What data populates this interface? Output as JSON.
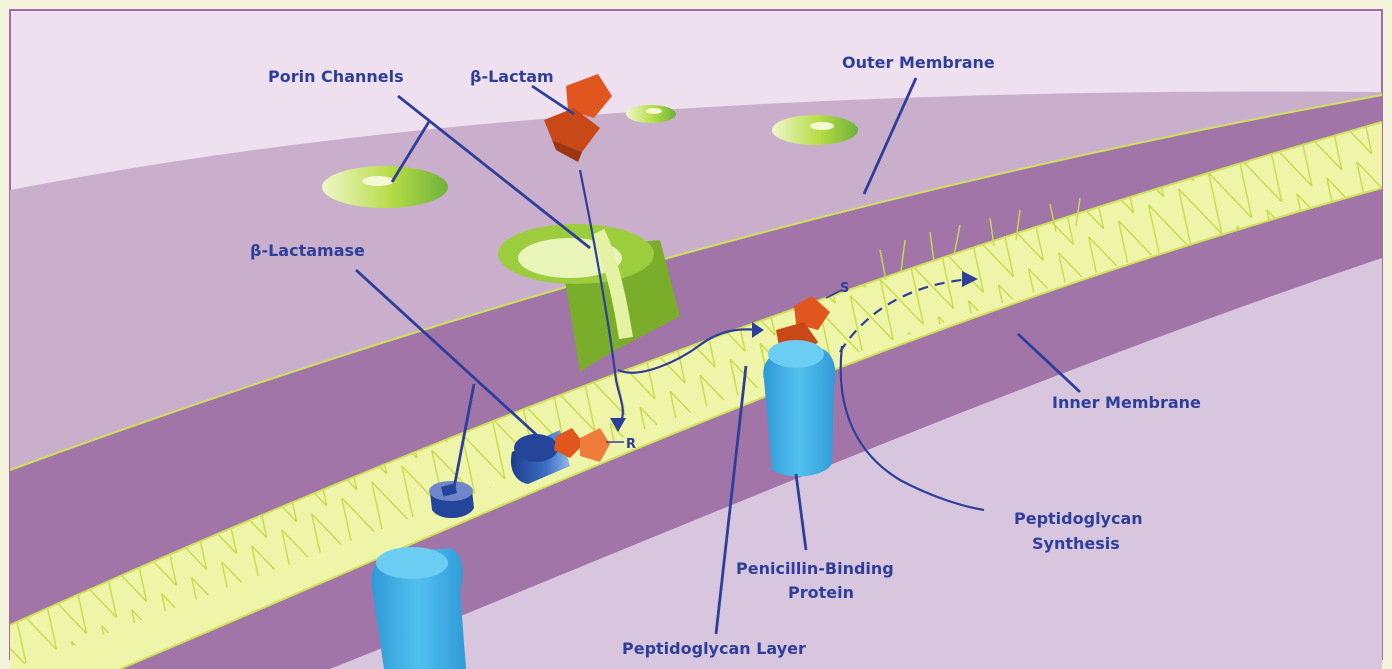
{
  "labels": {
    "porin_channels": "Porin Channels",
    "beta_lactam": "β-Lactam",
    "outer_membrane": "Outer Membrane",
    "beta_lactamase": "β-Lactamase",
    "inner_membrane": "Inner Membrane",
    "peptidoglycan_synthesis_line1": "Peptidoglycan",
    "peptidoglycan_synthesis_line2": "Synthesis",
    "penicillin_binding_line1": "Penicillin-Binding",
    "penicillin_binding_line2": "Protein",
    "peptidoglycan_layer": "Peptidoglycan Layer",
    "marker_r": "R",
    "marker_s": "S"
  },
  "colors": {
    "background": "#efe0ef",
    "outer_region": "#c9afcc",
    "membrane": "#a275a8",
    "peptidoglycan": "#eef4a8",
    "mesh": "#c6dc4a",
    "lower_region": "#d7c6de",
    "porin_green": "#8cc03a",
    "beta_lactam_orange": "#e0561e",
    "pbp_blue": "#46b4e6",
    "lactamase_blue": "#24459a",
    "label_blue": "#2e3f9a"
  }
}
